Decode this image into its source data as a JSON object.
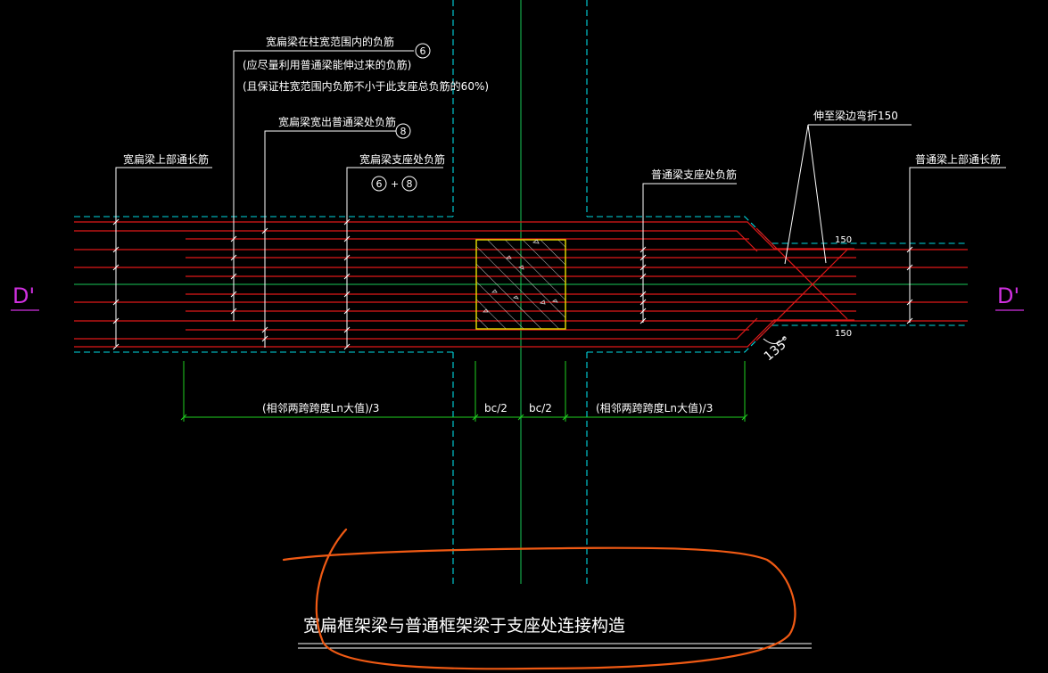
{
  "colors": {
    "background": "#000000",
    "cyan_outline": "#00d8e0",
    "rebar_red": "#e01818",
    "centerline_green": "#18c858",
    "annotation_white": "#ffffff",
    "dimension_green": "#20d020",
    "section_magenta": "#d030e0",
    "column_yellow": "#e8e000",
    "markup_orange": "#f05a14"
  },
  "section_marks": {
    "left": "D'",
    "right": "D'"
  },
  "labels": {
    "wide_beam_in_column": "宽扁梁在柱宽范围内的负筋",
    "wide_beam_in_column_note1": "(应尽量利用普通梁能伸过来的负筋)",
    "wide_beam_in_column_note2": "(且保证柱宽范围内负筋不小于此支座总负筋的60%)",
    "wide_beam_in_column_tag": "6",
    "wide_beam_beyond": "宽扁梁宽出普通梁处负筋",
    "wide_beam_beyond_tag": "8",
    "wide_beam_top_through": "宽扁梁上部通长筋",
    "wide_beam_support": "宽扁梁支座处负筋",
    "support_combo_tag_a": "6",
    "support_combo_plus": "+",
    "support_combo_tag_b": "8",
    "normal_beam_support": "普通梁支座处负筋",
    "extend_bend": "伸至梁边弯折150",
    "normal_beam_top_through": "普通梁上部通长筋",
    "dim_150_top": "150",
    "dim_150_bottom": "150",
    "angle": "135°"
  },
  "dimensions": {
    "left_span": "(相邻两跨跨度Ln大值)/3",
    "half_bc_left": "bc/2",
    "half_bc_right": "bc/2",
    "right_span": "(相邻两跨跨度Ln大值)/3"
  },
  "title": "宽扁框架梁与普通框架梁于支座处连接构造"
}
